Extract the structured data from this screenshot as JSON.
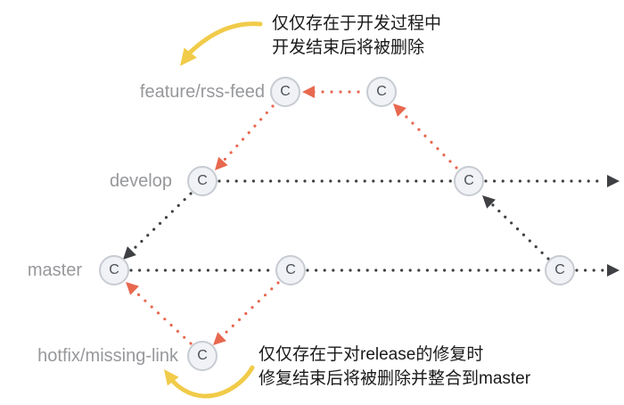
{
  "node_label": "C",
  "branches": [
    {
      "id": "feature",
      "label": "feature/rss-feed",
      "commit_count": 2
    },
    {
      "id": "develop",
      "label": "develop",
      "commit_count": 2
    },
    {
      "id": "master",
      "label": "master",
      "commit_count": 3
    },
    {
      "id": "hotfix",
      "label": "hotfix/missing-link",
      "commit_count": 1
    }
  ],
  "annotations": {
    "feature": {
      "line1": "仅仅存在于开发过程中",
      "line2": "开发结束后将被删除"
    },
    "hotfix": {
      "line1": "仅仅存在于对release的修复时",
      "line2": "修复结束后将被删除并整合到master"
    }
  },
  "colors": {
    "feature_hotfix_edge": "#e8684f",
    "main_edge": "#3f4043",
    "annotation_arrow": "#f1cb49",
    "node_fill": "#f0f2f5",
    "node_border": "#c7cbd2",
    "node_text": "#4d5158",
    "branch_label_text": "#97989b",
    "annotation_text": "#1a1a1a"
  }
}
